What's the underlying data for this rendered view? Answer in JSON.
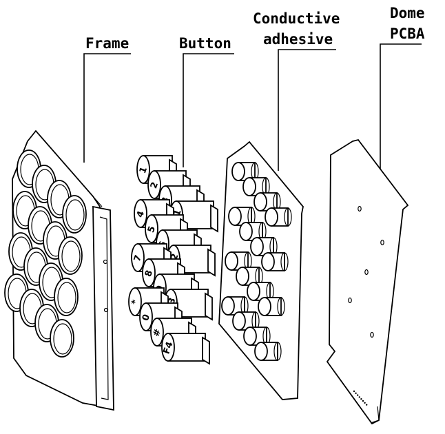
{
  "labels": {
    "frame": "Frame",
    "button": "Button",
    "conductive_line1": "Conductive",
    "conductive_line2": "adhesive",
    "dome_line1": "Dome",
    "dome_line2": "PCBA"
  },
  "button_keys": [
    "1",
    "2",
    "3",
    "F1",
    "4",
    "5",
    "6",
    "F2",
    "7",
    "8",
    "9",
    "F3",
    "*",
    "0",
    "#",
    "F4"
  ]
}
